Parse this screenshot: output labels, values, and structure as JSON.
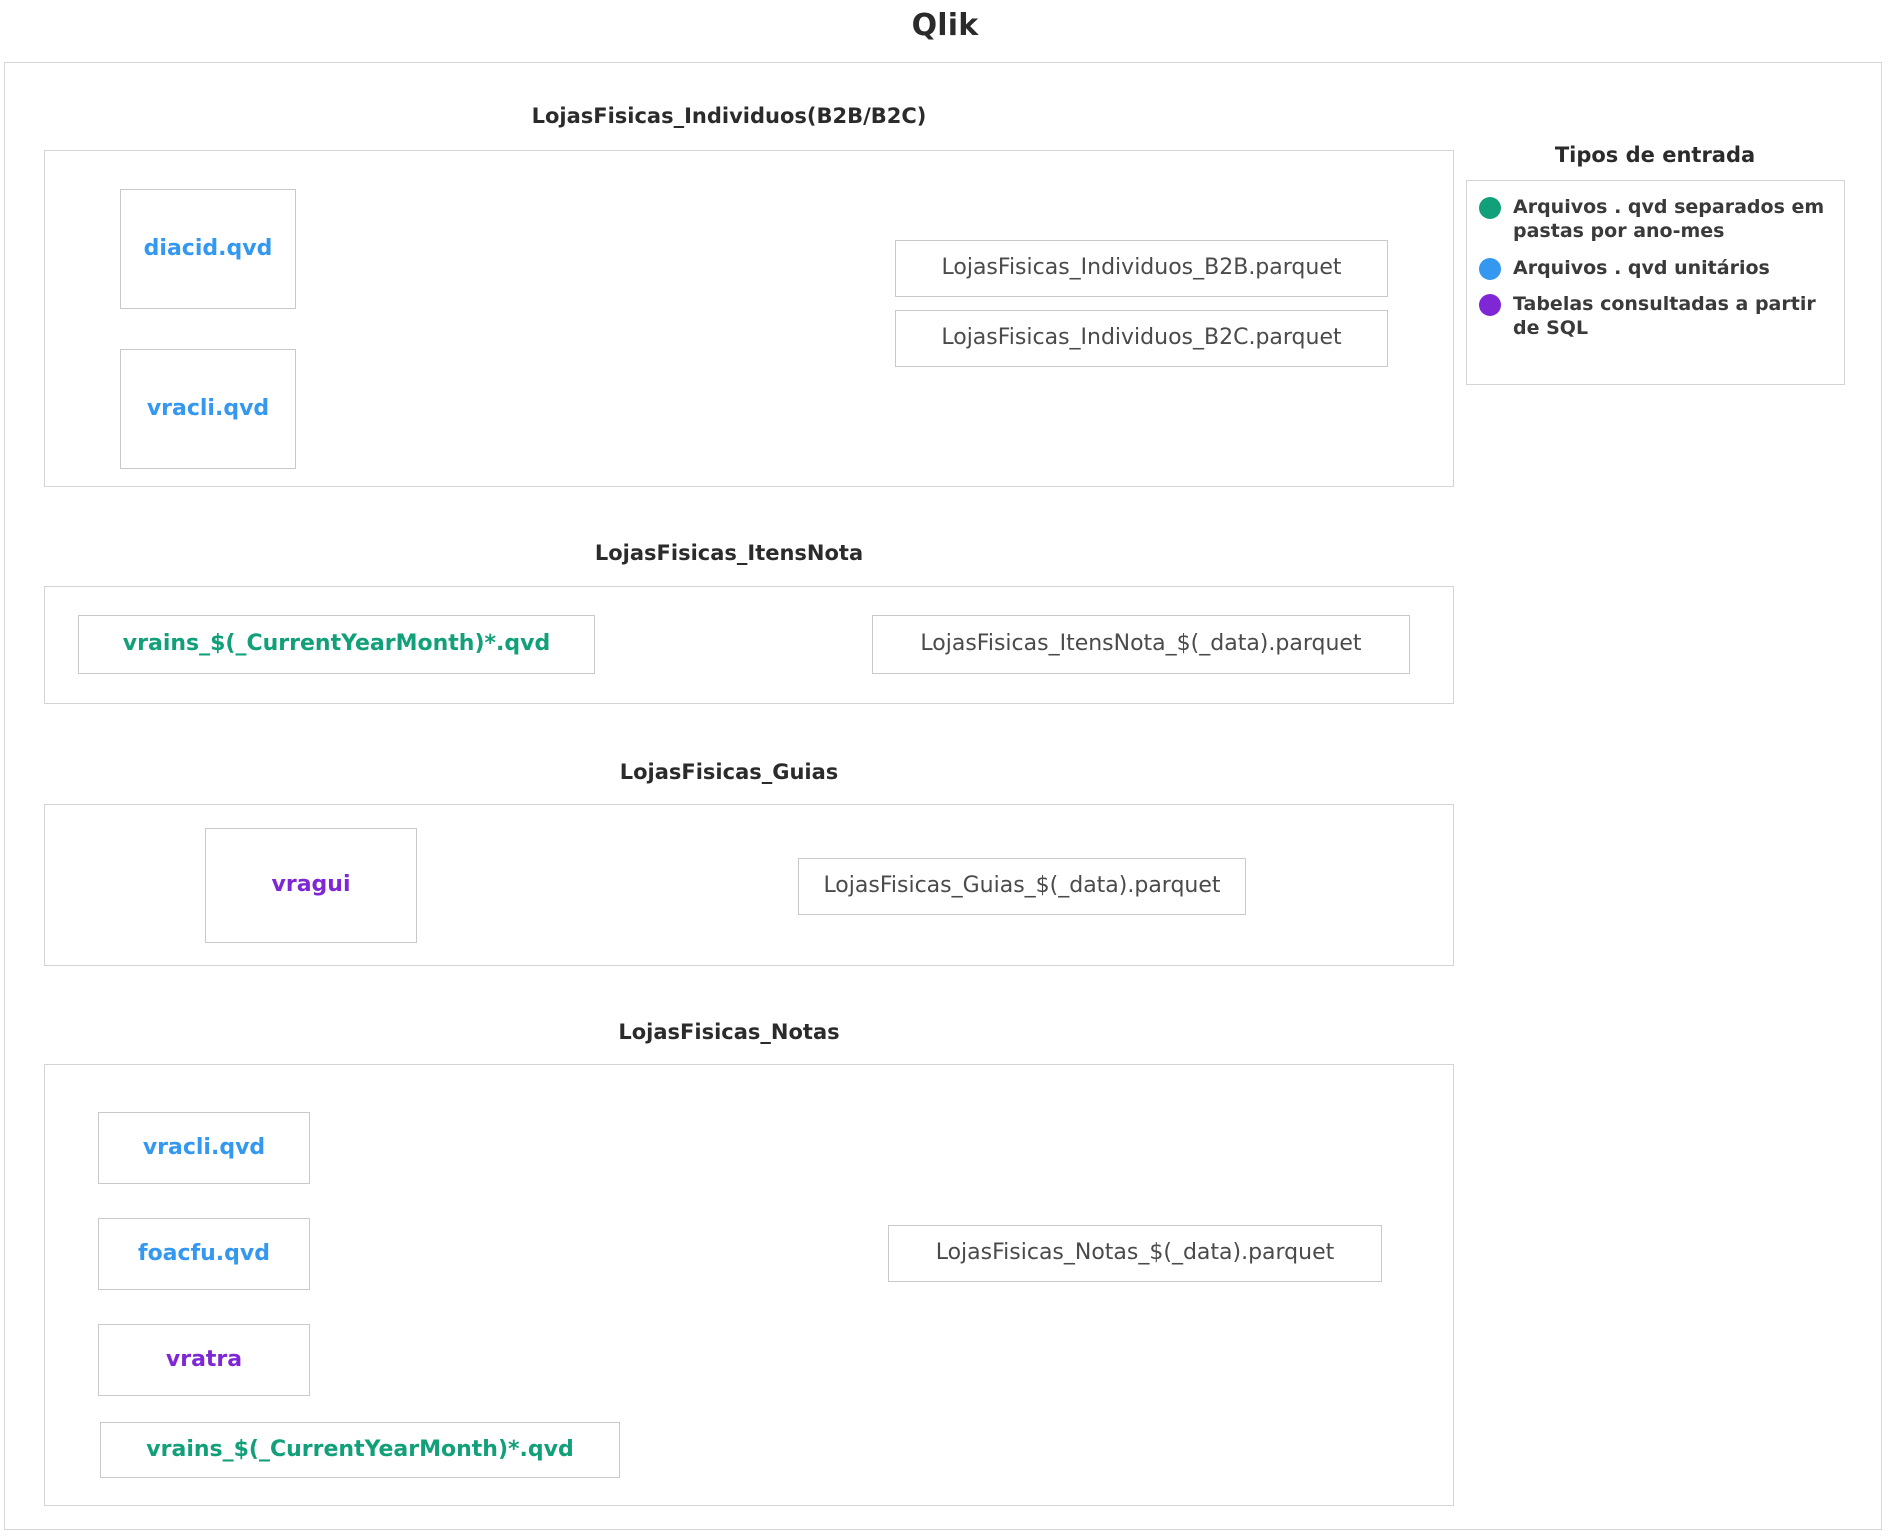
{
  "title": "Qlik",
  "legend": {
    "title": "Tipos de entrada",
    "items": [
      {
        "color": "#11a07a",
        "label": "Arquivos . qvd separados em pastas por ano-mes"
      },
      {
        "color": "#3498f0",
        "label": "Arquivos . qvd unitários"
      },
      {
        "color": "#7f27d4",
        "label": "Tabelas consultadas a partir de SQL"
      }
    ]
  },
  "sections": [
    {
      "title": "LojasFisicas_Individuos(B2B/B2C)",
      "inputs": [
        {
          "label": "diacid.qvd",
          "type": "qvd-single"
        },
        {
          "label": "vracli.qvd",
          "type": "qvd-single"
        }
      ],
      "outputs": [
        {
          "label": "LojasFisicas_Individuos_B2B.parquet"
        },
        {
          "label": "LojasFisicas_Individuos_B2C.parquet"
        }
      ]
    },
    {
      "title": "LojasFisicas_ItensNota",
      "inputs": [
        {
          "label": "vrains_$(_CurrentYearMonth)*.qvd",
          "type": "qvd-monthly"
        }
      ],
      "outputs": [
        {
          "label": "LojasFisicas_ItensNota_$(_data).parquet"
        }
      ]
    },
    {
      "title": "LojasFisicas_Guias",
      "inputs": [
        {
          "label": "vragui",
          "type": "sql"
        }
      ],
      "outputs": [
        {
          "label": "LojasFisicas_Guias_$(_data).parquet"
        }
      ]
    },
    {
      "title": "LojasFisicas_Notas",
      "inputs": [
        {
          "label": "vracli.qvd",
          "type": "qvd-single"
        },
        {
          "label": "foacfu.qvd",
          "type": "qvd-single"
        },
        {
          "label": "vratra",
          "type": "sql"
        },
        {
          "label": "vrains_$(_CurrentYearMonth)*.qvd",
          "type": "qvd-monthly"
        }
      ],
      "outputs": [
        {
          "label": "LojasFisicas_Notas_$(_data).parquet"
        }
      ]
    }
  ]
}
